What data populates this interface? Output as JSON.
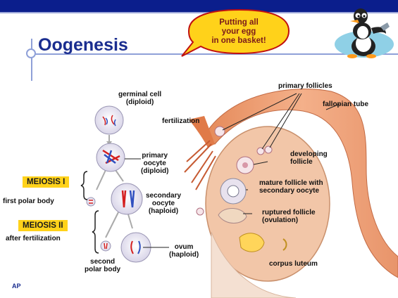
{
  "title": "Oogenesis",
  "speech_bubble": [
    "Putting all",
    "your egg",
    "in one basket!"
  ],
  "footer": "AP",
  "meiosis_labels": {
    "meiosis_1": "MEIOSIS I",
    "meiosis_2": "MEIOSIS II"
  },
  "labels": {
    "germinal_cell": [
      "germinal cell",
      "(diploid)"
    ],
    "fertilization": "fertilization",
    "primary_oocyte": [
      "primary",
      "oocyte",
      "(diploid)"
    ],
    "first_polar_body": "first polar body",
    "secondary_oocyte": [
      "secondary",
      "oocyte",
      "(haploid)"
    ],
    "after_fertilization": "after fertilization",
    "second_polar_body": [
      "second",
      "polar body"
    ],
    "ovum": [
      "ovum",
      "(haploid)"
    ],
    "primary_follicles": "primary follicles",
    "fallopian_tube": "fallopian tube",
    "developing_follicle": [
      "developing",
      "follicle"
    ],
    "mature_follicle": [
      "mature follicle with",
      "secondary oocyte"
    ],
    "ruptured_follicle": [
      "ruptured follicle",
      "(ovulation)"
    ],
    "corpus_luteum": "corpus luteum"
  },
  "colors": {
    "top_bar": "#0b1e8c",
    "title": "#1a2d8f",
    "meiosis_box": "#ffd21a",
    "bubble_fill": "#ffd21a",
    "bubble_stroke": "#c01010",
    "chromosome_red": "#d42020",
    "chromosome_blue": "#3050c0",
    "tissue": "#f2c6a8"
  },
  "icons": [
    "penguin-mascot-icon",
    "speech-bubble-icon"
  ]
}
